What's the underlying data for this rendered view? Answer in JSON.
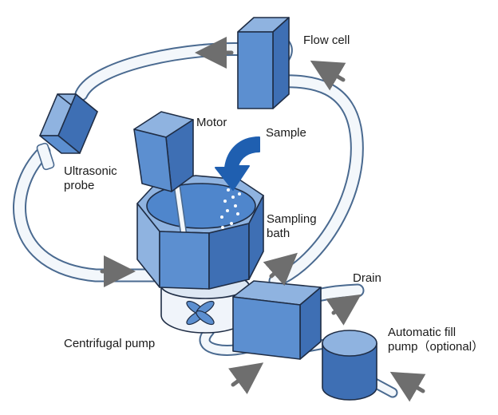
{
  "labels": {
    "flow_cell": "Flow cell",
    "motor": "Motor",
    "sample": "Sample",
    "ultrasonic_probe": "Ultrasonic\nprobe",
    "sampling_bath": "Sampling\nbath",
    "drain": "Drain",
    "centrifugal_pump": "Centrifugal pump",
    "automatic_fill_pump": "Automatic fill\npump（optional）"
  },
  "colors": {
    "tube_fill": "#f3f7fb",
    "tube_outline": "#4a6a90",
    "block_light": "#8fb3e0",
    "block_mid": "#5c8fd0",
    "block_dark": "#3e6fb4",
    "outline": "#1f2d45",
    "arrow_gray": "#6e6e6e",
    "sample_arrow": "#1f5fb0"
  }
}
